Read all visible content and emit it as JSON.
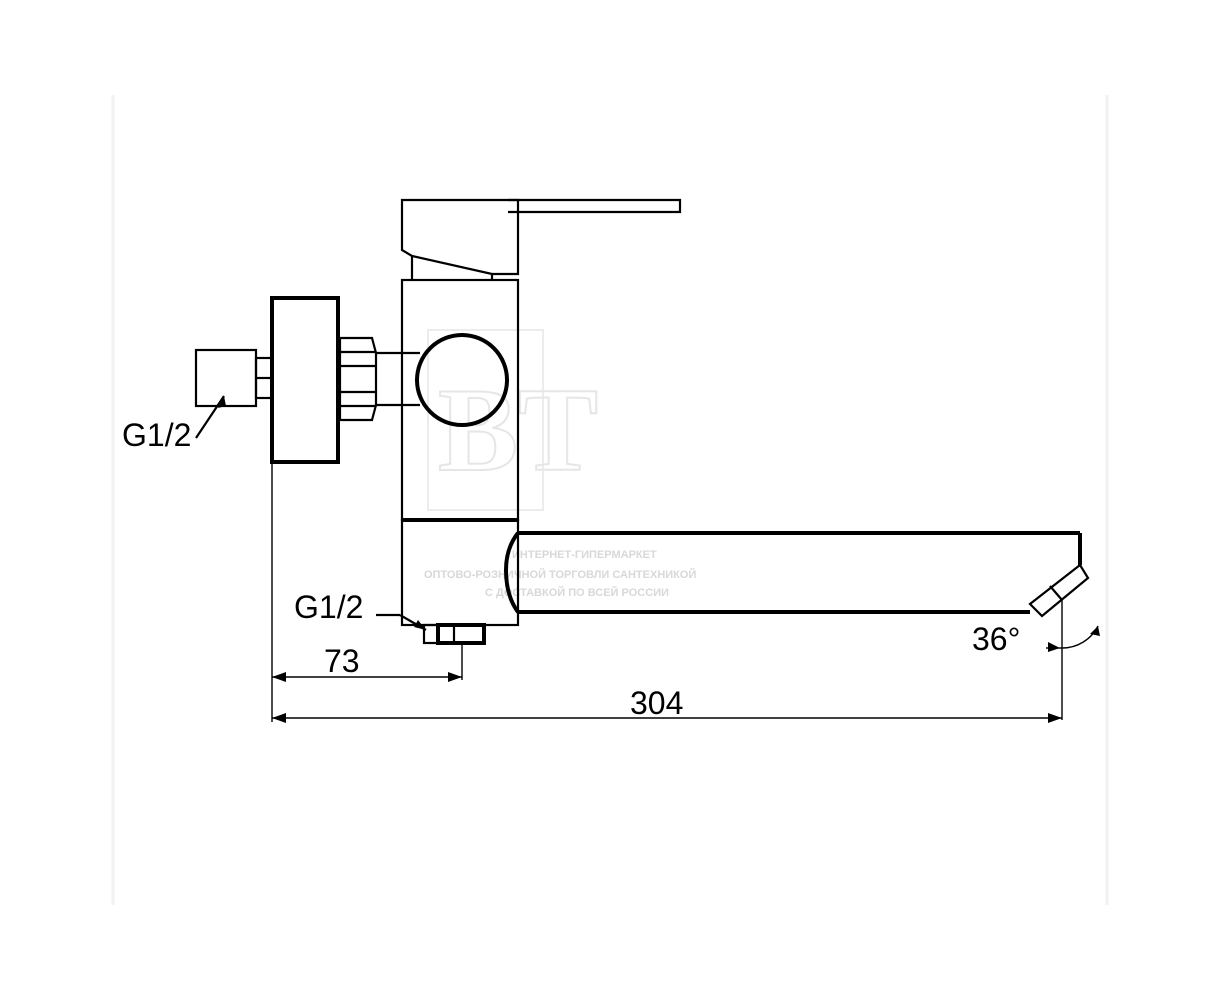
{
  "labels": {
    "thread_top": "G1/2",
    "thread_bottom": "G1/2",
    "dim_short": "73",
    "dim_long": "304",
    "angle": "36°"
  },
  "watermark": {
    "logo": "BT",
    "line1": "ИНТЕРНЕТ-ГИПЕРМАРКЕТ",
    "line2": "ОПТОВО-РОЗНИЧНОЙ ТОРГОВЛИ САНТЕХНИКОЙ",
    "line3": "С ДОСТАВКОЙ ПО ВСЕЙ РОССИИ"
  },
  "colors": {
    "ink": "#000000",
    "background": "#ffffff",
    "frame": "#f2f2f2",
    "watermark": "#d8d8d8"
  }
}
